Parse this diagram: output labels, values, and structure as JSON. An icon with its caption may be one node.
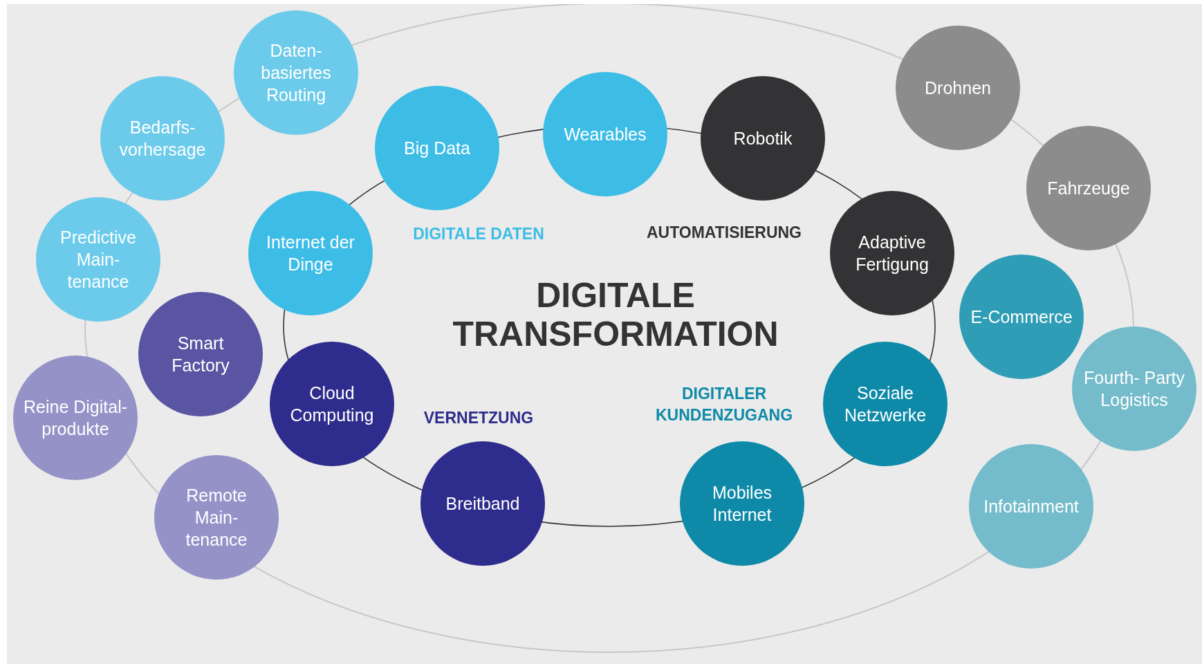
{
  "diagram": {
    "title": "DIGITALE TRANSFORMATION",
    "nodes": [
      {
        "text": [
          "Daten- basiertes Routing"
        ]
      },
      {
        "text": [
          "Bedarfs- vorhersage"
        ]
      },
      {
        "text": [
          "Big Data"
        ]
      },
      {
        "text": [
          "Wearables"
        ]
      },
      {
        "text": [
          "Robotik"
        ]
      },
      {
        "text": [
          "Drohnen"
        ]
      },
      {
        "text": [
          "Fahrzeuge"
        ]
      },
      {
        "text": [
          "Predictive Main- tenance"
        ]
      },
      {
        "text": [
          "Internet der Dinge"
        ]
      },
      {
        "text": [
          "Adaptive Fertigung"
        ]
      },
      {
        "text": [
          "E-Commerce"
        ]
      },
      {
        "text": [
          "Smart Factory"
        ]
      },
      {
        "text": [
          "Cloud Computing"
        ]
      },
      {
        "text": [
          "Soziale Netzwerke"
        ]
      },
      {
        "text": [
          "Fourth- Party Logistics"
        ]
      },
      {
        "text": [
          "Reine Digital- produkte"
        ]
      },
      {
        "text": [
          "Remote Main- tenance"
        ]
      },
      {
        "text": [
          "Breitband"
        ]
      },
      {
        "text": [
          "Mobiles Internet"
        ]
      },
      {
        "text": [
          "Infotainment"
        ]
      }
    ],
    "labels": [
      "DIGITALE DATEN",
      "AUTOMATISIERUNG",
      "VERNETZUNG",
      "DIGITALER KUNDENZUGANG"
    ]
  }
}
